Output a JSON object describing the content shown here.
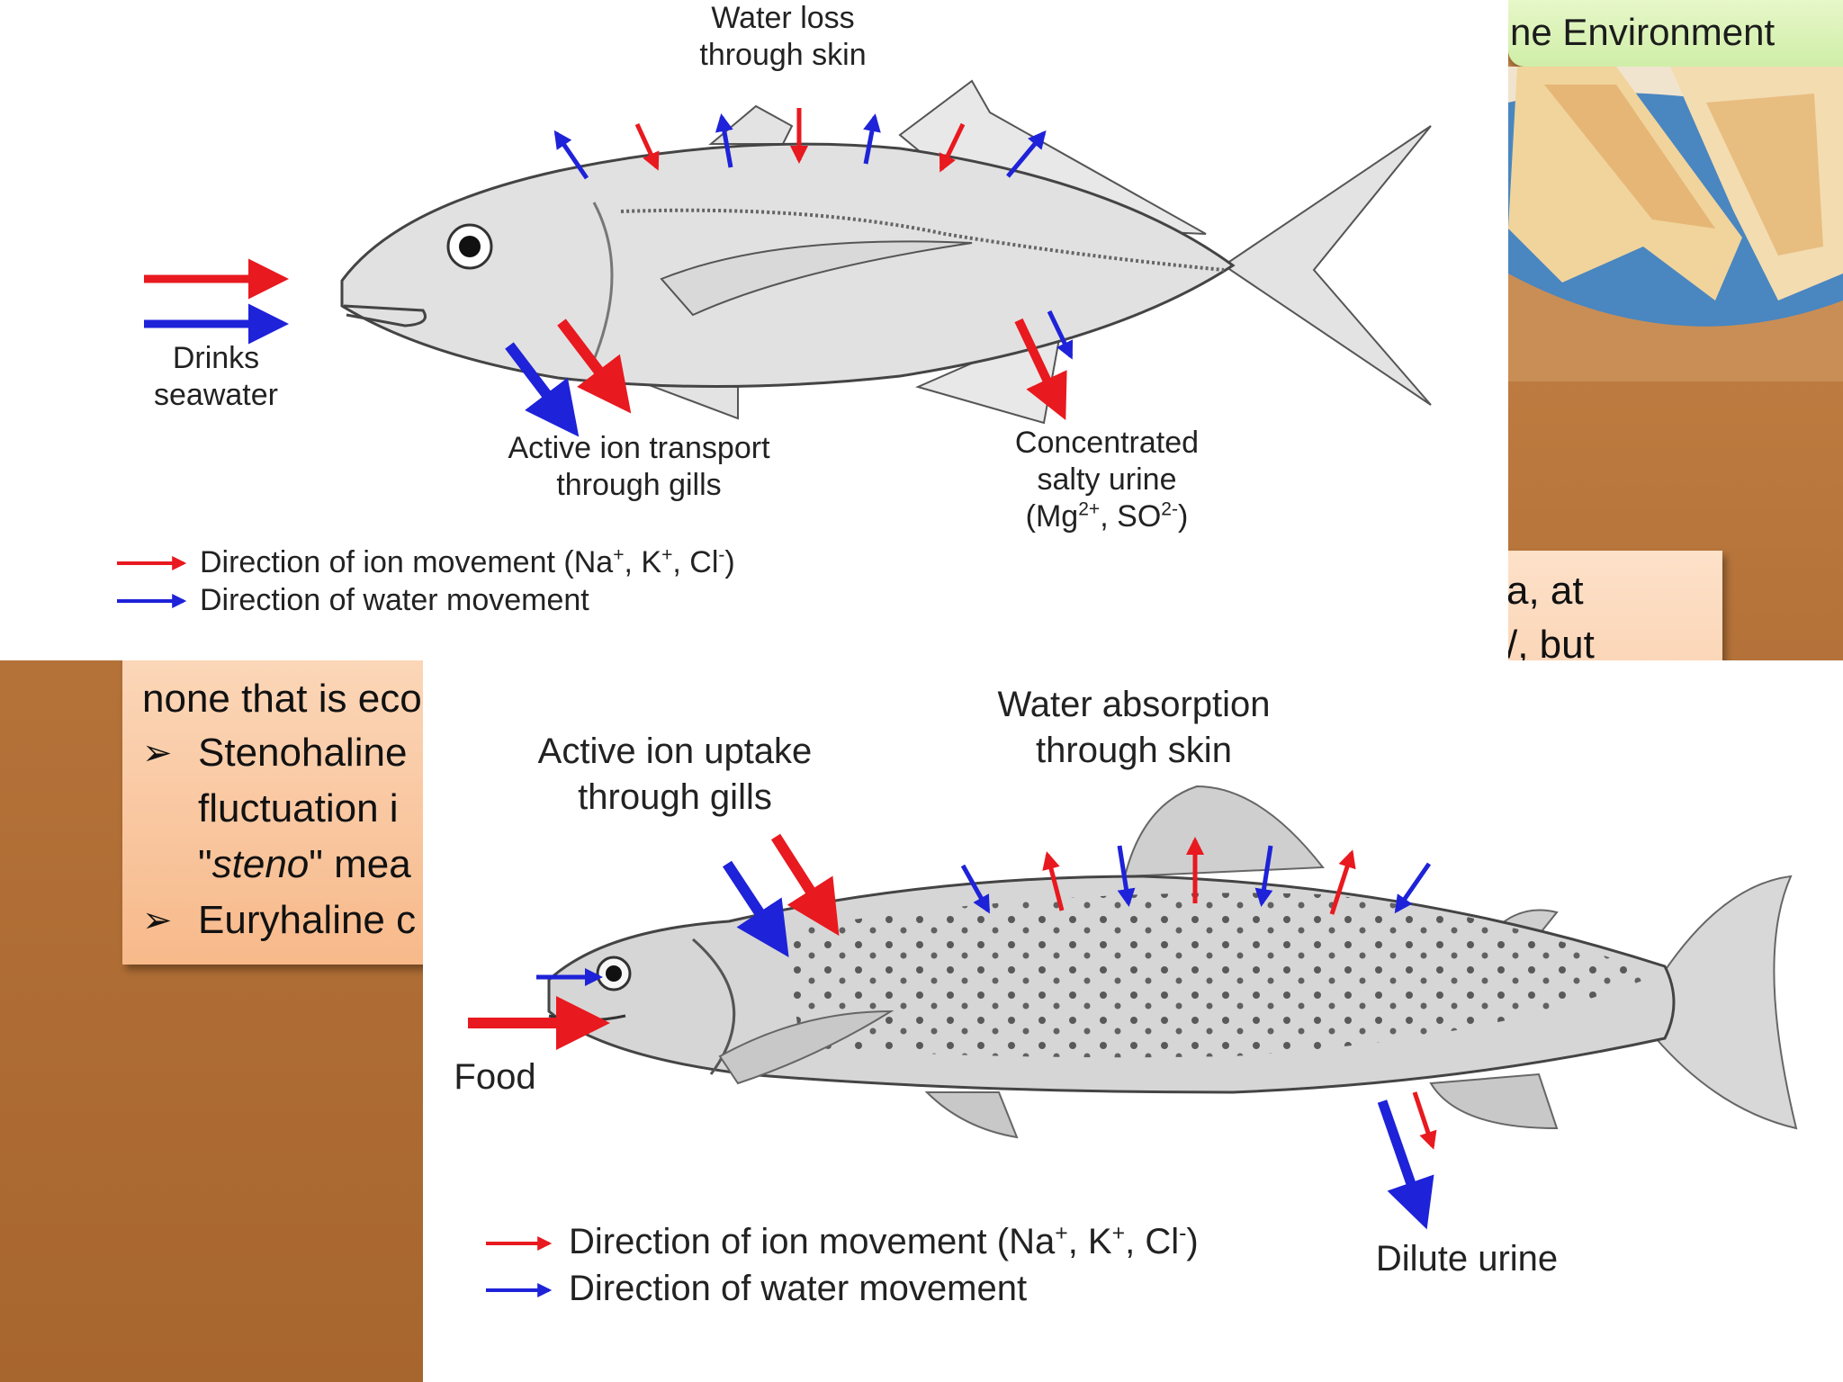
{
  "slide": {
    "title_fragment": "ne Environment",
    "bullets": {
      "right_line1": "a, at",
      "right_line2": "/, but",
      "line1": "none that is eco",
      "item1_line1": "Stenohaline",
      "item1_line2": "fluctuation i",
      "item1_line3_open": "\"",
      "item1_line3_em": "steno",
      "item1_line3_rest": "\" mea",
      "item2_line1": "Euryhaline c"
    }
  },
  "marine_fish": {
    "water_loss_1": "Water loss",
    "water_loss_2": "through skin",
    "drinks_1": "Drinks",
    "drinks_2": "seawater",
    "gills_1": "Active ion transport",
    "gills_2": "through gills",
    "urine_1": "Concentrated",
    "urine_2": "salty urine",
    "urine_3a": "(Mg",
    "urine_3b": "2+",
    "urine_3c": ", SO",
    "urine_3d": "2-",
    "urine_3e": ")",
    "legend_ion_a": "Direction of ion movement (Na",
    "legend_ion_b": "+",
    "legend_ion_c": ", K",
    "legend_ion_d": "+",
    "legend_ion_e": ", Cl",
    "legend_ion_f": "-",
    "legend_ion_g": ")",
    "legend_water": "Direction of water movement"
  },
  "freshwater_fish": {
    "absorb_1": "Water absorption",
    "absorb_2": "through skin",
    "uptake_1": "Active ion uptake",
    "uptake_2": "through gills",
    "food": "Food",
    "urine": "Dilute urine",
    "legend_ion_a": "Direction of ion movement (Na",
    "legend_ion_b": "+",
    "legend_ion_c": ", K",
    "legend_ion_d": "+",
    "legend_ion_e": ", Cl",
    "legend_ion_f": "-",
    "legend_ion_g": ")",
    "legend_water": "Direction of water movement"
  },
  "colors": {
    "ion": "#e8191f",
    "water": "#1e22d8",
    "slide_bg": "#b5733a",
    "title_tab": "#d8f2b5"
  }
}
